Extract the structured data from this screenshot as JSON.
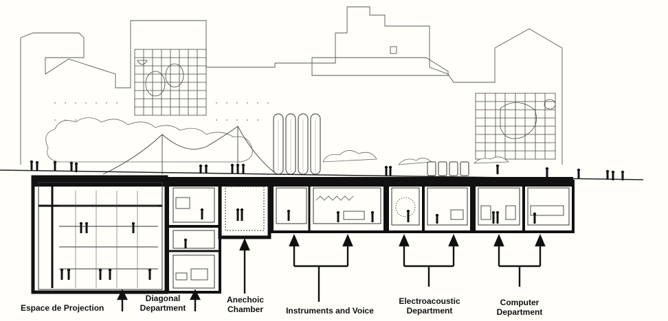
{
  "labels": {
    "espace": "Espace de Projection",
    "diagonal_1": "Diagonal",
    "diagonal_2": "Department",
    "anechoic_1": "Anechoic",
    "anechoic_2": "Chamber",
    "instruments": "Instruments and Voice",
    "electro_1": "Electroacoustic",
    "electro_2": "Department",
    "computer_1": "Computer",
    "computer_2": "Department"
  },
  "colors": {
    "ink": "#1a1a1a",
    "paper": "#fffef9",
    "fill_dark": "#111111",
    "skyline": "#444444"
  },
  "icons": {
    "arrow": "up-arrow-icon",
    "person": "person-icon",
    "tree": "tree-cloud-icon"
  }
}
